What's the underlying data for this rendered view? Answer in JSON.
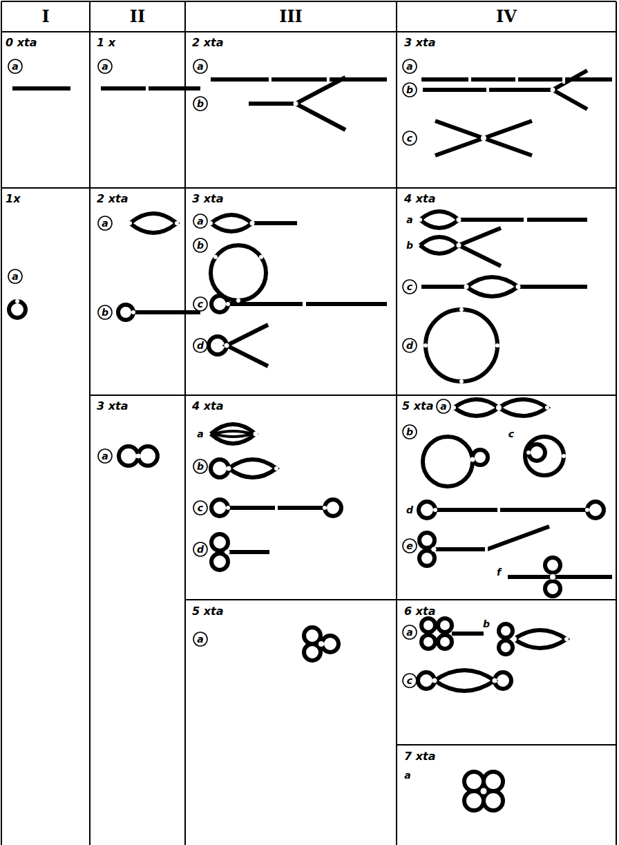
{
  "diagram": {
    "labels": [
      "I",
      "II",
      "III",
      "IV",
      "0 xta",
      "a",
      "1 x",
      "a",
      "2 xta",
      "a",
      "b",
      "3 xta",
      "a",
      "b",
      "c",
      "1x",
      "a",
      "2 xta",
      "a",
      "b",
      "3 xta",
      "a",
      "b",
      "c",
      "d",
      "4 xta",
      "a",
      "b",
      "c",
      "d",
      "3 xta",
      "a",
      "4 xta",
      "a",
      "b",
      "c",
      "d",
      "5 xta",
      "a",
      "b",
      "c",
      "d",
      "e",
      "f",
      "5 xta",
      "a",
      "6 xta",
      "a",
      "b",
      "c",
      "7 xta",
      "a"
    ]
  }
}
